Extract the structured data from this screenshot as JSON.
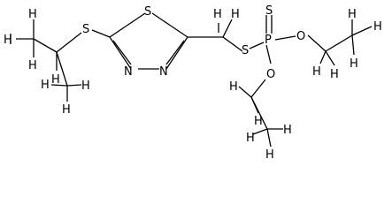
{
  "molecule": {
    "atoms": [
      {
        "id": "s1",
        "label": "S",
        "name": "sulfur-atom-isopropylthio"
      },
      {
        "id": "s2",
        "label": "S",
        "name": "sulfur-atom-ring"
      },
      {
        "id": "n1",
        "label": "N",
        "name": "nitrogen-atom-left"
      },
      {
        "id": "n2",
        "label": "N",
        "name": "nitrogen-atom-right"
      },
      {
        "id": "s3",
        "label": "S",
        "name": "sulfur-atom-thioether"
      },
      {
        "id": "p1",
        "label": "P",
        "name": "phosphorus-atom"
      },
      {
        "id": "s4",
        "label": "S",
        "name": "sulfur-atom-thiono"
      },
      {
        "id": "o1",
        "label": "O",
        "name": "oxygen-atom-upper"
      },
      {
        "id": "o2",
        "label": "O",
        "name": "oxygen-atom-lower"
      },
      {
        "id": "h1",
        "label": "H",
        "name": "hydrogen-atom"
      },
      {
        "id": "h2",
        "label": "H",
        "name": "hydrogen-atom"
      },
      {
        "id": "h3",
        "label": "H",
        "name": "hydrogen-atom"
      },
      {
        "id": "h4",
        "label": "H",
        "name": "hydrogen-atom"
      },
      {
        "id": "h5",
        "label": "H",
        "name": "hydrogen-atom"
      },
      {
        "id": "h6",
        "label": "H",
        "name": "hydrogen-atom"
      },
      {
        "id": "h7",
        "label": "H",
        "name": "hydrogen-atom"
      },
      {
        "id": "h8",
        "label": "H",
        "name": "hydrogen-atom"
      },
      {
        "id": "h9",
        "label": "H",
        "name": "hydrogen-atom"
      },
      {
        "id": "h10",
        "label": "H",
        "name": "hydrogen-atom"
      },
      {
        "id": "h11",
        "label": "H",
        "name": "hydrogen-atom"
      },
      {
        "id": "h12",
        "label": "H",
        "name": "hydrogen-atom"
      },
      {
        "id": "h13",
        "label": "H",
        "name": "hydrogen-atom"
      },
      {
        "id": "h14",
        "label": "H",
        "name": "hydrogen-atom"
      },
      {
        "id": "h15",
        "label": "H",
        "name": "hydrogen-atom"
      },
      {
        "id": "h16",
        "label": "H",
        "name": "hydrogen-atom"
      },
      {
        "id": "h17",
        "label": "H",
        "name": "hydrogen-atom"
      },
      {
        "id": "h18",
        "label": "H",
        "name": "hydrogen-atom"
      },
      {
        "id": "h19",
        "label": "H",
        "name": "hydrogen-atom"
      }
    ]
  }
}
